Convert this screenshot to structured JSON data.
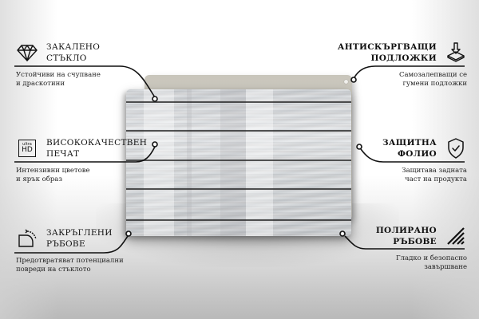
{
  "features": {
    "left": [
      {
        "icon": "diamond-icon",
        "title_line1": "ЗАКАЛЕНО",
        "title_line2": "СТЪКЛО",
        "desc_line1": "Устойчиви на счупване",
        "desc_line2": "и драскотини"
      },
      {
        "icon": "ultra-hd-icon",
        "icon_text_small": "ultra",
        "icon_text_big": "HD",
        "title_line1": "ВИСОКОКАЧЕСТВЕН",
        "title_line2": "ПЕЧАТ",
        "desc_line1": "Интензивни цветове",
        "desc_line2": "и ярък образ"
      },
      {
        "icon": "rounded-corner-icon",
        "title_line1": "ЗАКРЪГЛЕНИ",
        "title_line2": "РЪБОВЕ",
        "desc_line1": "Предотвратяват потенциални",
        "desc_line2": "повреди на стъклото"
      }
    ],
    "right": [
      {
        "icon": "anti-slip-pads-icon",
        "title_line1": "АНТИСКЪРГВАЩИ",
        "title_line2": "ПОДЛОЖКИ",
        "desc_line1": "Самозалепващи се",
        "desc_line2": "гумени подложки"
      },
      {
        "icon": "shield-check-icon",
        "title_line1": "ЗАЩИТНА",
        "title_line2": "ФОЛИО",
        "desc_line1": "Защитава задната",
        "desc_line2": "част на продукта"
      },
      {
        "icon": "polished-edge-icon",
        "title_line1": "ПОЛИРАНО",
        "title_line2": "РЪБОВЕ",
        "desc_line1": "Гладко и безопасно",
        "desc_line2": "завършване"
      }
    ]
  },
  "product": {
    "name": "glass-cutting-board-white-wood",
    "back_plate_color": "#cdcac1",
    "glass_tone": "#d4d8db"
  },
  "colors": {
    "text": "#111111",
    "line": "#111111"
  }
}
